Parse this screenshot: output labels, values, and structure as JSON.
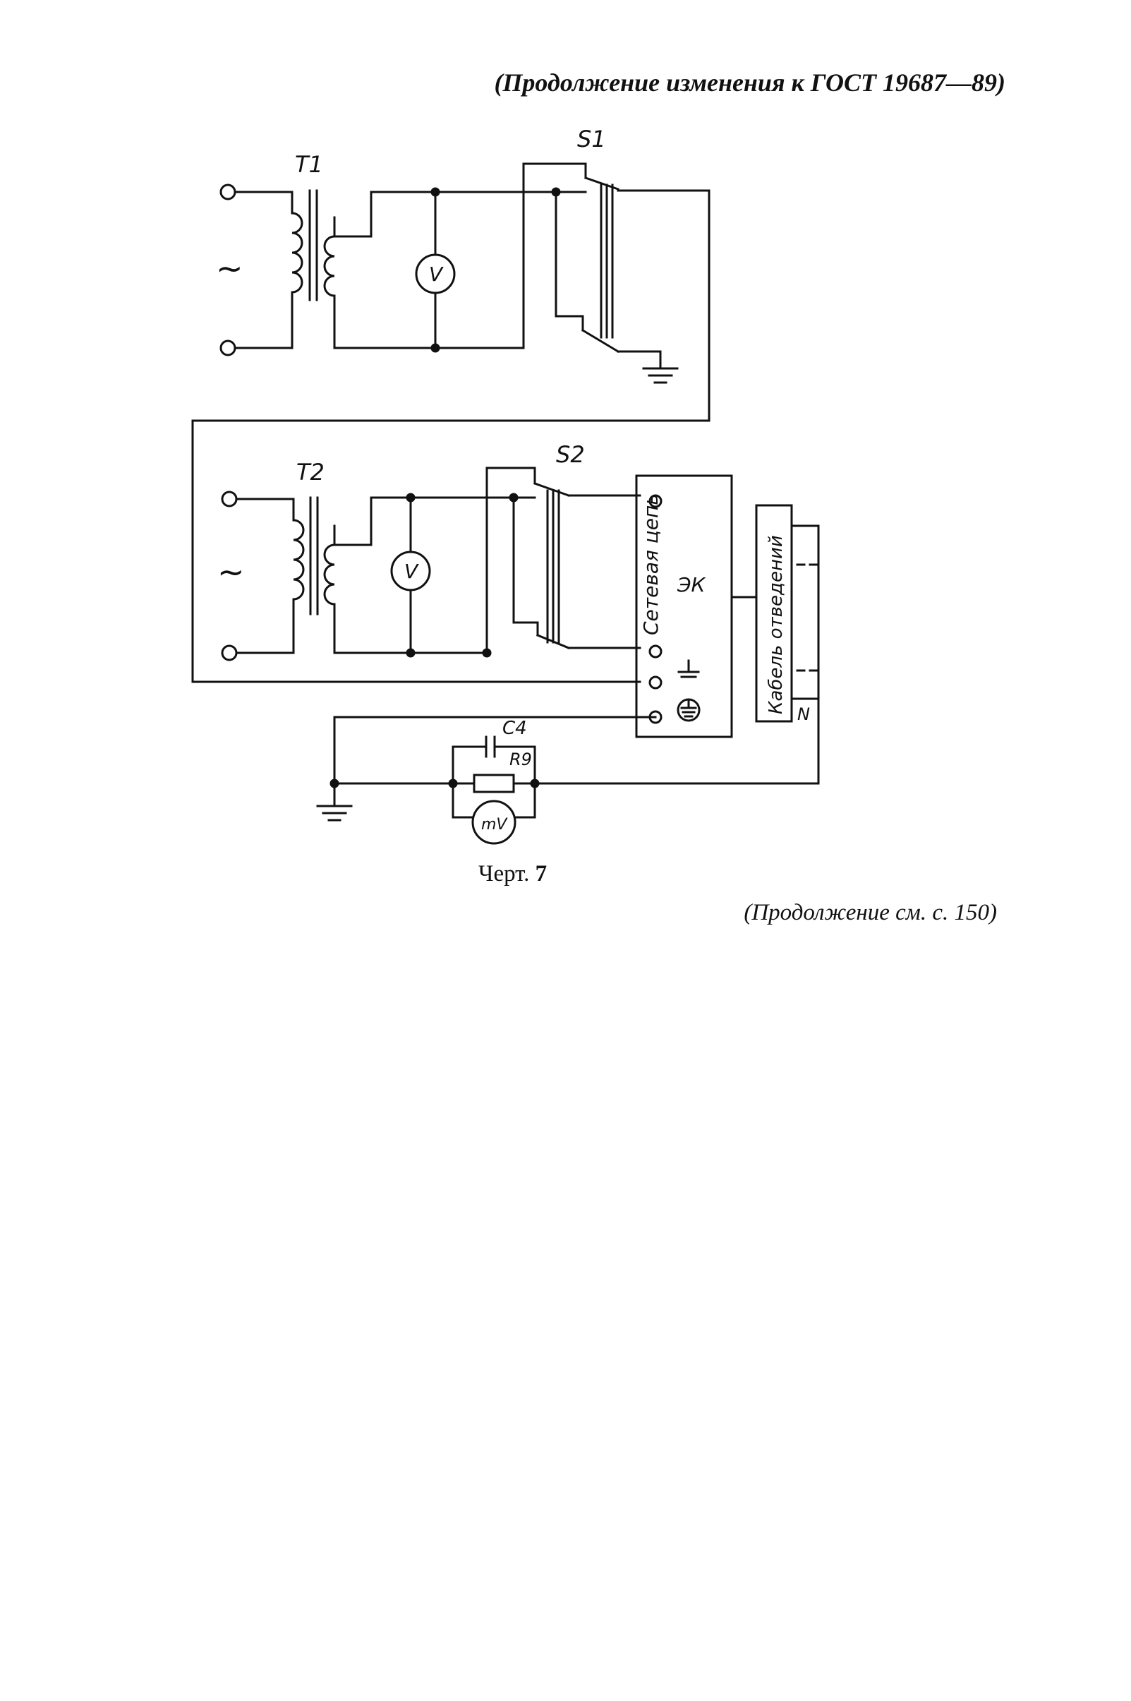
{
  "header": {
    "text": "(Продолжение изменения к ГОСТ 19687—89)"
  },
  "diagram": {
    "labels": {
      "t1": "T1",
      "t2": "T2",
      "s1": "S1",
      "s2": "S2",
      "v1": "V",
      "v2": "V",
      "mv": "mV",
      "c4": "C4",
      "r9": "R9",
      "ek": "ЭК",
      "mains": "Сетевая цепь",
      "cable": "Кабель отведений",
      "n": "N",
      "ac1": "~",
      "ac2": "~"
    }
  },
  "caption": {
    "label": "Черт.",
    "number": "7"
  },
  "footer": {
    "text": "(Продолжение см. с. 150)"
  }
}
